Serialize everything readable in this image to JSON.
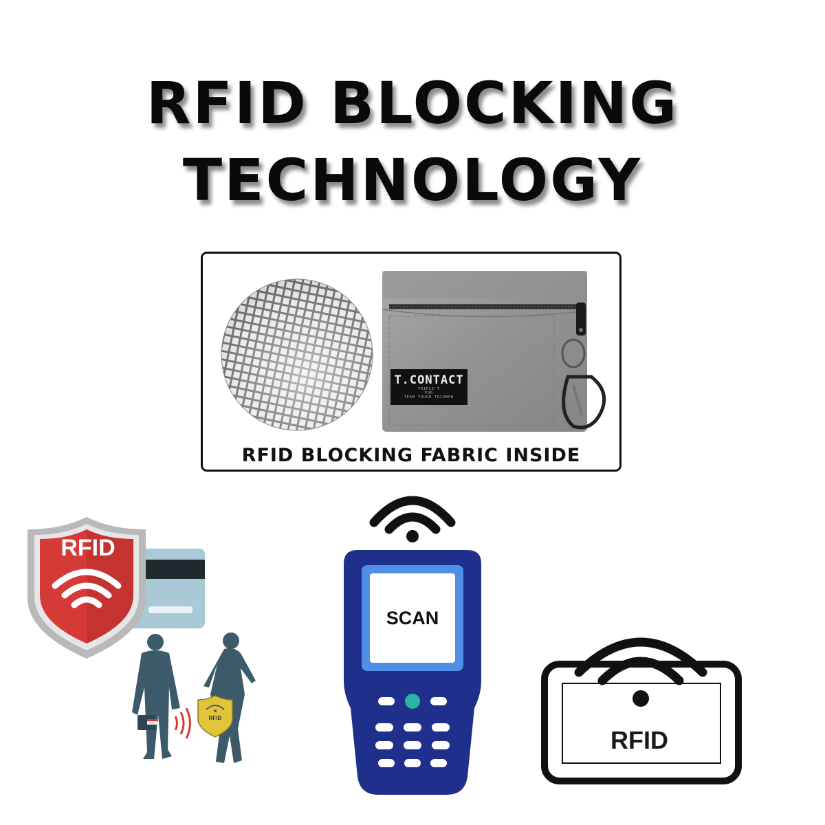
{
  "title": {
    "line1": "RFID BLOCKING",
    "line2": "TECHNOLOGY"
  },
  "fabric_panel": {
    "caption": "RFID BLOCKING FABRIC INSIDE",
    "pouch_label_main": "T.CONTACT",
    "pouch_label_sub1": "TRIPLE T",
    "pouch_label_sub2": "FOR",
    "pouch_label_sub3": "TEAM TOUGH TRIUMPH"
  },
  "shield": {
    "label": "RFID"
  },
  "mini_shield": {
    "label": "RFID"
  },
  "scanner": {
    "screen_text": "SCAN"
  },
  "rfid_tag": {
    "label": "RFID"
  },
  "colors": {
    "shield_red": "#d63a37",
    "card_blue": "#9fc1cf",
    "silhouette": "#3c5a6a",
    "scanner_blue": "#1f2f8c",
    "scanner_screen_border": "#4f8fe8",
    "scanner_accent": "#2bb3a3",
    "pouch_gray": "#9a9a9a"
  }
}
